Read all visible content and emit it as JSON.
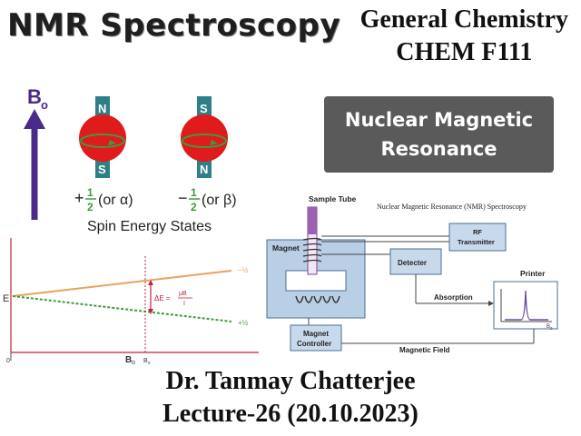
{
  "header": {
    "title": "NMR Spectroscopy",
    "course_line1": "General Chemistry",
    "course_line2": "CHEM F111"
  },
  "banner": {
    "line1": "Nuclear Magnetic",
    "line2": "Resonance"
  },
  "spin_figure": {
    "field_label": "B",
    "field_subscript": "o",
    "north": "N",
    "south": "S",
    "state_alpha": "(or α)",
    "state_beta": "(or β)",
    "caption": "Spin Energy States",
    "colors": {
      "sphere": "#e01b1b",
      "arrow": "#4a2b8a",
      "pole": "#2f7f86"
    }
  },
  "energy_diagram": {
    "y_label": "E",
    "x_label": "B",
    "x_label_sub": "o",
    "x_mark": "B",
    "x_mark_sub": "x",
    "origin": "0",
    "delta_label": "ΔE =",
    "upper_state": "−½",
    "lower_state": "+½",
    "colors": {
      "upper": "#e8a35a",
      "lower": "#3f9a3f",
      "delta": "#c0203a"
    }
  },
  "instrument": {
    "title": "Nuclear Magnetic Resonance (NMR) Spectroscopy",
    "sample_tube": "Sample Tube",
    "magnet": "Magnet",
    "rf_transmitter_1": "RF",
    "rf_transmitter_2": "Transmitter",
    "detecter": "Detecter",
    "absorption": "Absorption",
    "printer": "Printer",
    "magnet_controller_1": "Magnet",
    "magnet_controller_2": "Controller",
    "magnetic_field": "Magnetic Field",
    "axis_label": "B",
    "axis_sub": "0"
  },
  "footer": {
    "author": "Dr. Tanmay Chatterjee",
    "lecture": "Lecture-26 (20.10.2023)"
  }
}
